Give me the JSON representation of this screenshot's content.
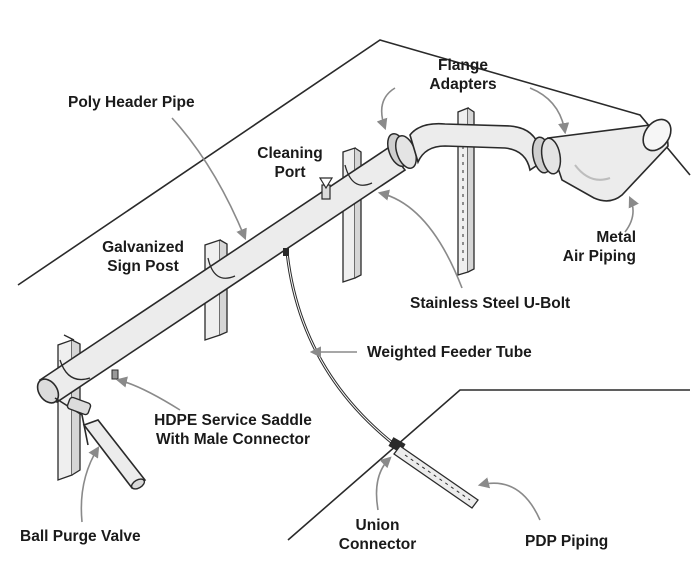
{
  "labels": {
    "poly_header_pipe": "Poly Header Pipe",
    "flange_adapters_1": "Flange",
    "flange_adapters_2": "Adapters",
    "cleaning_port_1": "Cleaning",
    "cleaning_port_2": "Port",
    "galvanized_sign_post_1": "Galvanized",
    "galvanized_sign_post_2": "Sign Post",
    "metal_air_piping_1": "Metal",
    "metal_air_piping_2": "Air Piping",
    "stainless_steel_u_bolt": "Stainless Steel U-Bolt",
    "weighted_feeder_tube": "Weighted Feeder Tube",
    "hdpe_service_saddle_1": "HDPE Service Saddle",
    "hdpe_service_saddle_2": "With Male Connector",
    "ball_purge_valve": "Ball Purge Valve",
    "union_connector_1": "Union",
    "union_connector_2": "Connector",
    "pdp_piping": "PDP Piping"
  },
  "colors": {
    "line": "#2a2a2a",
    "pipe_fill": "#ececec",
    "pipe_shade": "#cfcfcf",
    "arrow": "#8a8a8a",
    "text": "#1a1a1a"
  }
}
